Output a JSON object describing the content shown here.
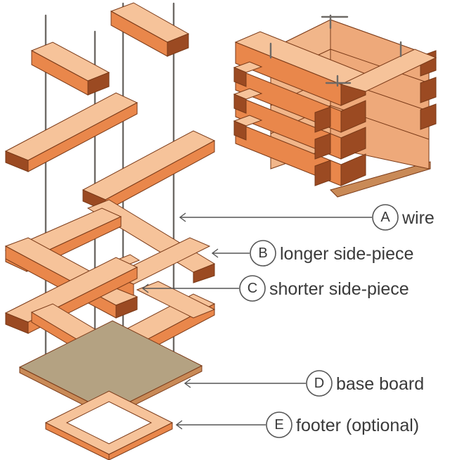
{
  "colors": {
    "wood_top": "#f6c39a",
    "wood_front": "#e9874b",
    "wood_end": "#9b4a22",
    "wood_edge": "#7a3a18",
    "board_top": "#b4a282",
    "board_side": "#c98a57",
    "wire": "#6e6a66",
    "leader": "#555555",
    "text": "#3a3a3a"
  },
  "labels": [
    {
      "key": "A",
      "letter": "A",
      "text": "wire"
    },
    {
      "key": "B",
      "letter": "B",
      "text": "longer side-piece"
    },
    {
      "key": "C",
      "letter": "C",
      "text": "shorter side-piece"
    },
    {
      "key": "D",
      "letter": "D",
      "text": "base board"
    },
    {
      "key": "E",
      "letter": "E",
      "text": "footer (optional)"
    }
  ]
}
